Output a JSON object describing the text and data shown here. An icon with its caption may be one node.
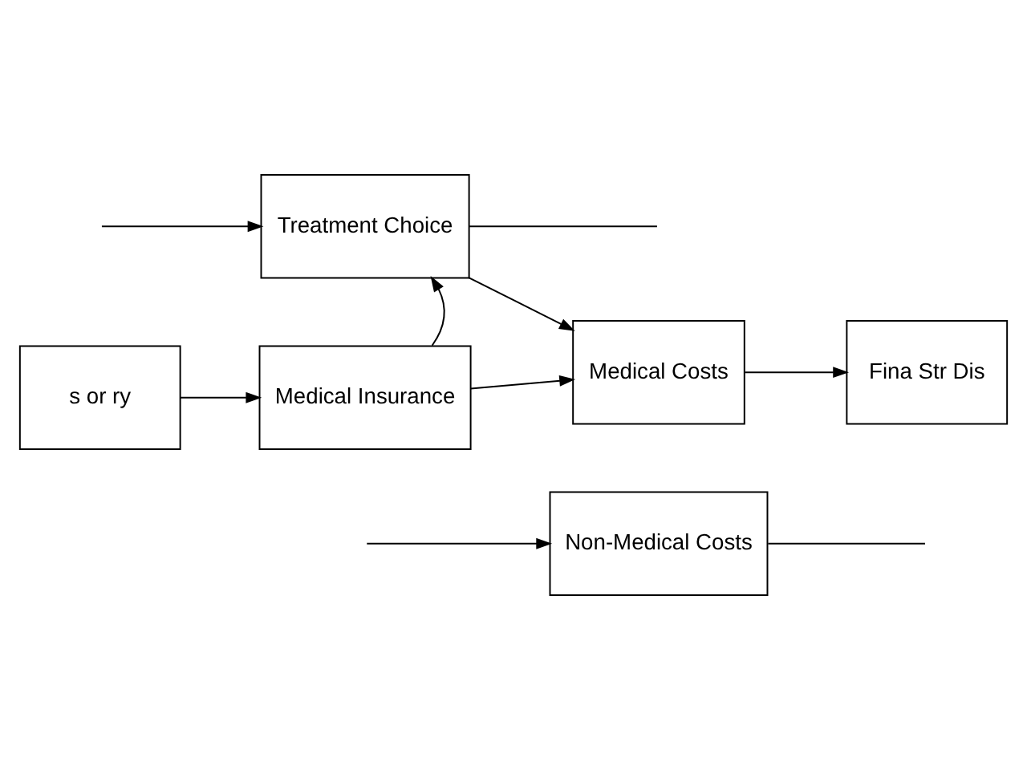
{
  "diagram": {
    "nodes": [
      {
        "text": [
          "s or ry"
        ]
      },
      {
        "text": [
          "Treatment Choice"
        ]
      },
      {
        "text": [
          "Medical Insurance"
        ]
      },
      {
        "text": [
          "Medical Costs"
        ]
      },
      {
        "text": [
          "Fina Str Dis"
        ]
      },
      {
        "text": [
          "Non-Medical Costs"
        ]
      }
    ],
    "edges": [
      {
        "from": 1,
        "to": null,
        "arrow": "none"
      },
      {
        "from": null,
        "to": 1,
        "arrow": "to"
      },
      {
        "from": 0,
        "to": 2,
        "arrow": "to"
      },
      {
        "from": 2,
        "to": 1,
        "arrow": "to"
      },
      {
        "from": 1,
        "to": 3,
        "arrow": "to"
      },
      {
        "from": 2,
        "to": 3,
        "arrow": "to"
      },
      {
        "from": 3,
        "to": 4,
        "arrow": "to"
      },
      {
        "from": null,
        "to": 5,
        "arrow": "to"
      },
      {
        "from": 5,
        "to": null,
        "arrow": "none"
      }
    ]
  }
}
